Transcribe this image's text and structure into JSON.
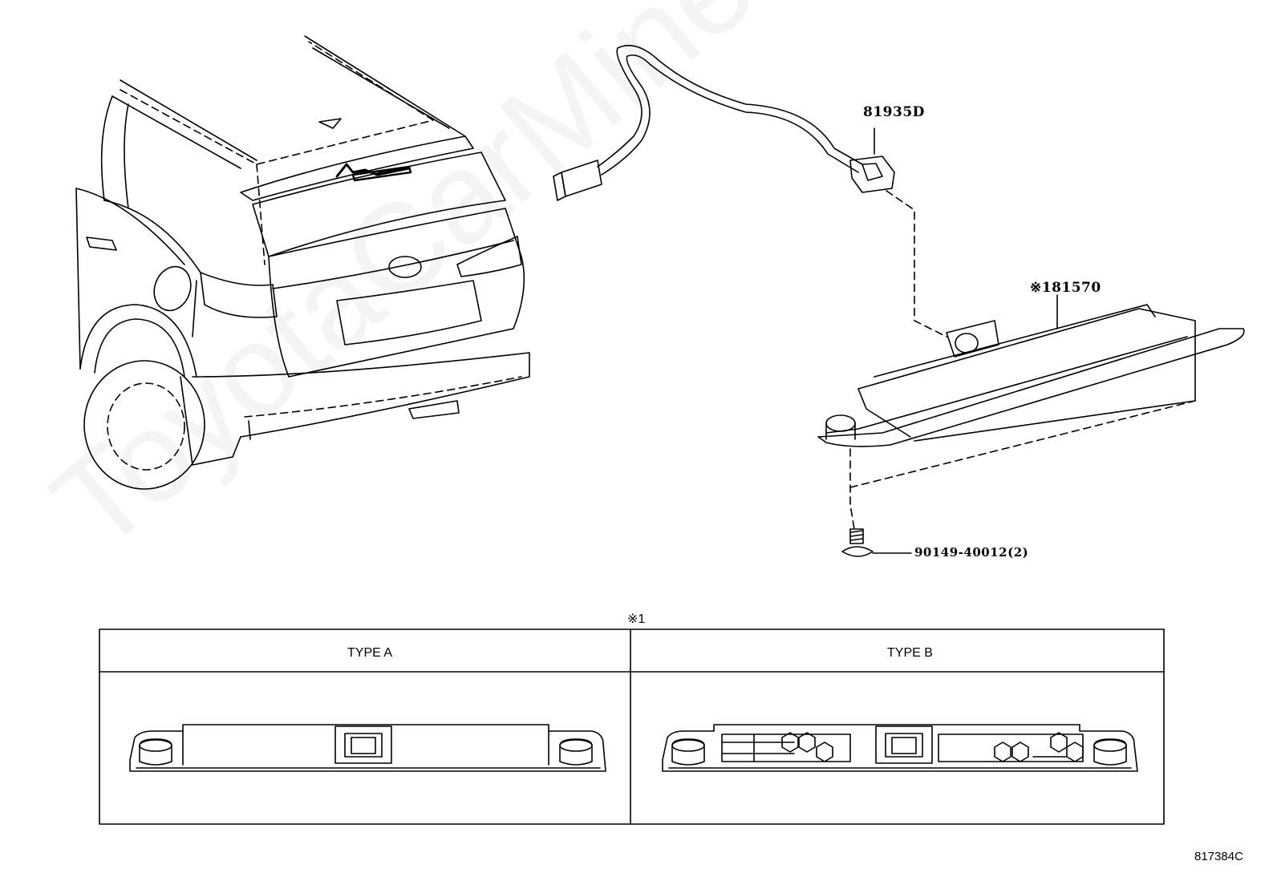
{
  "diagram": {
    "watermark": "ToyotaCarMine.ru",
    "callouts": {
      "wire": "81935D",
      "lamp": "※181570",
      "screw": "90149-40012(2)"
    },
    "table_note": "※1",
    "table_headers": [
      "TYPE A",
      "TYPE B"
    ],
    "figure_id": "817384C"
  }
}
